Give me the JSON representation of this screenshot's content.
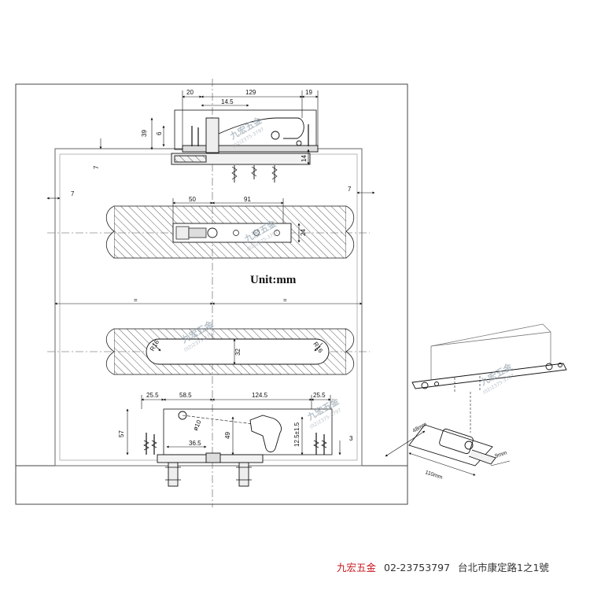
{
  "drawing": {
    "unit_label": "Unit:mm",
    "top_dims": {
      "d20": "20",
      "d129": "129",
      "d19": "19",
      "d14_5": "14.5",
      "d39": "39",
      "d6": "6",
      "d7": "7",
      "d14": "14"
    },
    "mid_dims": {
      "d7_left": "7",
      "d7_right": "7",
      "d50": "50",
      "d91": "91",
      "d24": "24"
    },
    "equal_marks": {
      "left": "=",
      "right": "="
    },
    "slot_dims": {
      "r16_left": "R16",
      "r16_right": "R16",
      "d32": "32"
    },
    "bottom_dims": {
      "d25_5_left": "25.5",
      "d58_5": "58.5",
      "d124_5": "124.5",
      "d25_5_right": "25.5",
      "d57": "57",
      "d36_5": "36.5",
      "d10": "ø10",
      "d49": "49",
      "d12_5": "12.5±1.5",
      "d3": "3"
    },
    "iso_dims": {
      "d48": "48mm",
      "d110": "110mm",
      "d9": "9mm"
    },
    "watermark": {
      "name": "九宏五金",
      "phone": "(02)2375-3797"
    }
  },
  "footer": {
    "brand": "九宏五金",
    "phone": "02-23753797",
    "address": "台北市康定路1之1號"
  }
}
